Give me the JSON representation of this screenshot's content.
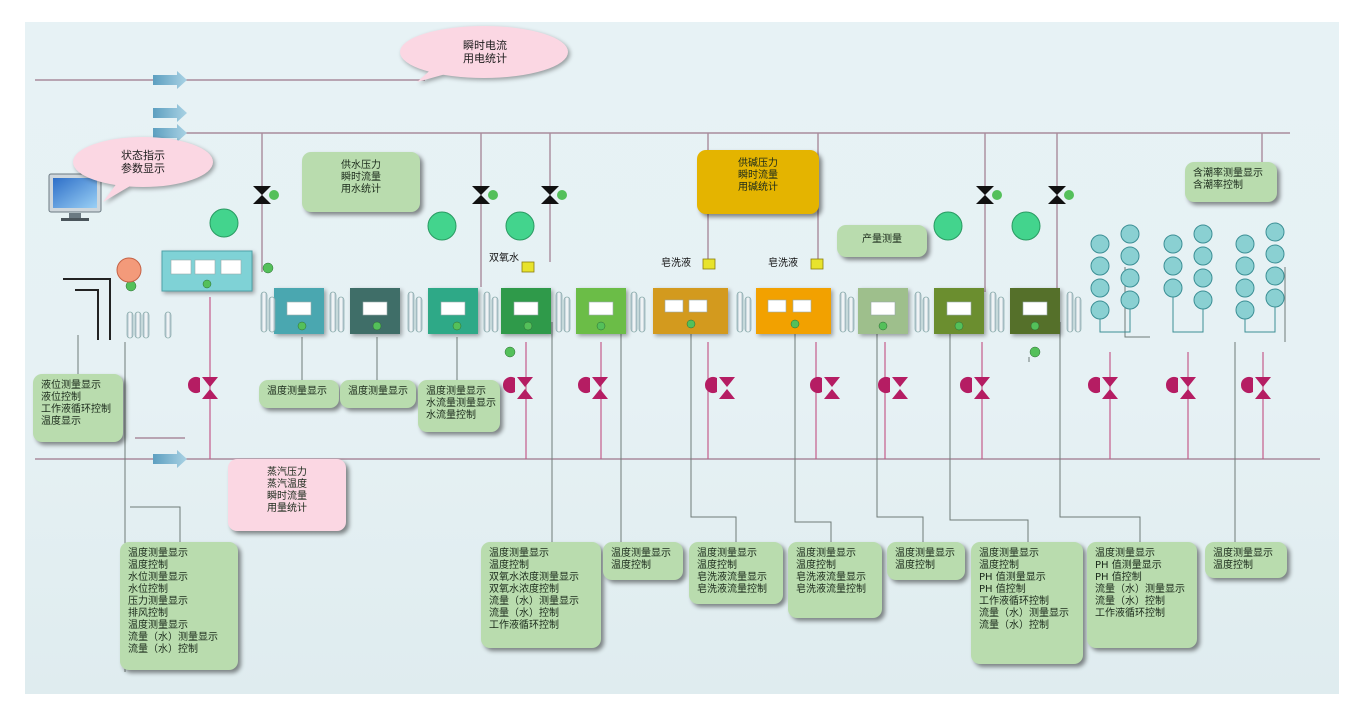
{
  "callouts": {
    "power": "瞬时电流\n用电统计",
    "status": "状态指示\n参数显示",
    "water_supply": "供水压力\n瞬时流量\n用水统计",
    "alkali_supply": "供碱压力\n瞬时流量\n用碱统计",
    "output": "产量测量",
    "moisture": "含潮率测量显示\n含潮率控制",
    "steam": "蒸汽压力\n蒸汽温度\n瞬时流量\n用量统计"
  },
  "labels": {
    "peroxide": "双氧水",
    "soap1": "皂洗液",
    "soap2": "皂洗液"
  },
  "info_boxes": {
    "tank_left": "液位测量显示\n液位控制\n工作液循环控制\n温度显示",
    "unit2": "温度测量显示",
    "unit3": "温度测量显示",
    "unit4": "温度测量显示\n水流量测量显示\n水流量控制",
    "bottom_left": "温度测量显示\n温度控制\n水位测量显示\n水位控制\n压力测量显示\n排风控制\n温度测量显示\n流量（水）测量显示\n流量（水）控制",
    "b1": "温度测量显示\n温度控制\n双氧水浓度测量显示\n双氧水浓度控制\n流量（水）测量显示\n流量（水）控制\n工作液循环控制",
    "b2": "温度测量显示\n温度控制",
    "b3": "温度测量显示\n温度控制\n皂洗液流量显示\n皂洗液流量控制",
    "b4": "温度测量显示\n温度控制\n皂洗液流量显示\n皂洗液流量控制",
    "b5": "温度测量显示\n温度控制",
    "b6": "温度测量显示\n温度控制\nPH 值测量显示\nPH 值控制\n工作液循环控制\n流量（水）测量显示\n流量（水）控制",
    "b7": "温度测量显示\nPH 值测量显示\nPH 值控制\n流量（水）测量显示\n流量（水）控制\n工作液循环控制",
    "b8": "温度测量显示\n温度控制"
  },
  "colors": {
    "pipe": "#a98b9c",
    "pipe_green": "#5a8a6a",
    "valve": "#b51d63",
    "meter": "#43d48d",
    "box_green": "#b9dcae",
    "box_pink": "#fbd7e3",
    "box_gold": "#e4b400"
  },
  "machine_units": [
    {
      "name": "pad-unit",
      "color": "#7fd2d6"
    },
    {
      "name": "wash-unit-1",
      "color": "#4aa7b0"
    },
    {
      "name": "wash-unit-2",
      "color": "#3f6e68"
    },
    {
      "name": "wash-unit-3",
      "color": "#2ea987"
    },
    {
      "name": "peroxide-unit",
      "color": "#2f9a4a"
    },
    {
      "name": "wash-unit-4",
      "color": "#6bbd47"
    },
    {
      "name": "soap-unit-1",
      "color": "#d39a1e"
    },
    {
      "name": "soap-unit-2",
      "color": "#f2a100"
    },
    {
      "name": "wash-unit-5",
      "color": "#9ebf8c"
    },
    {
      "name": "wash-unit-6",
      "color": "#6b8e2f"
    },
    {
      "name": "neutral-unit",
      "color": "#55702a"
    }
  ]
}
